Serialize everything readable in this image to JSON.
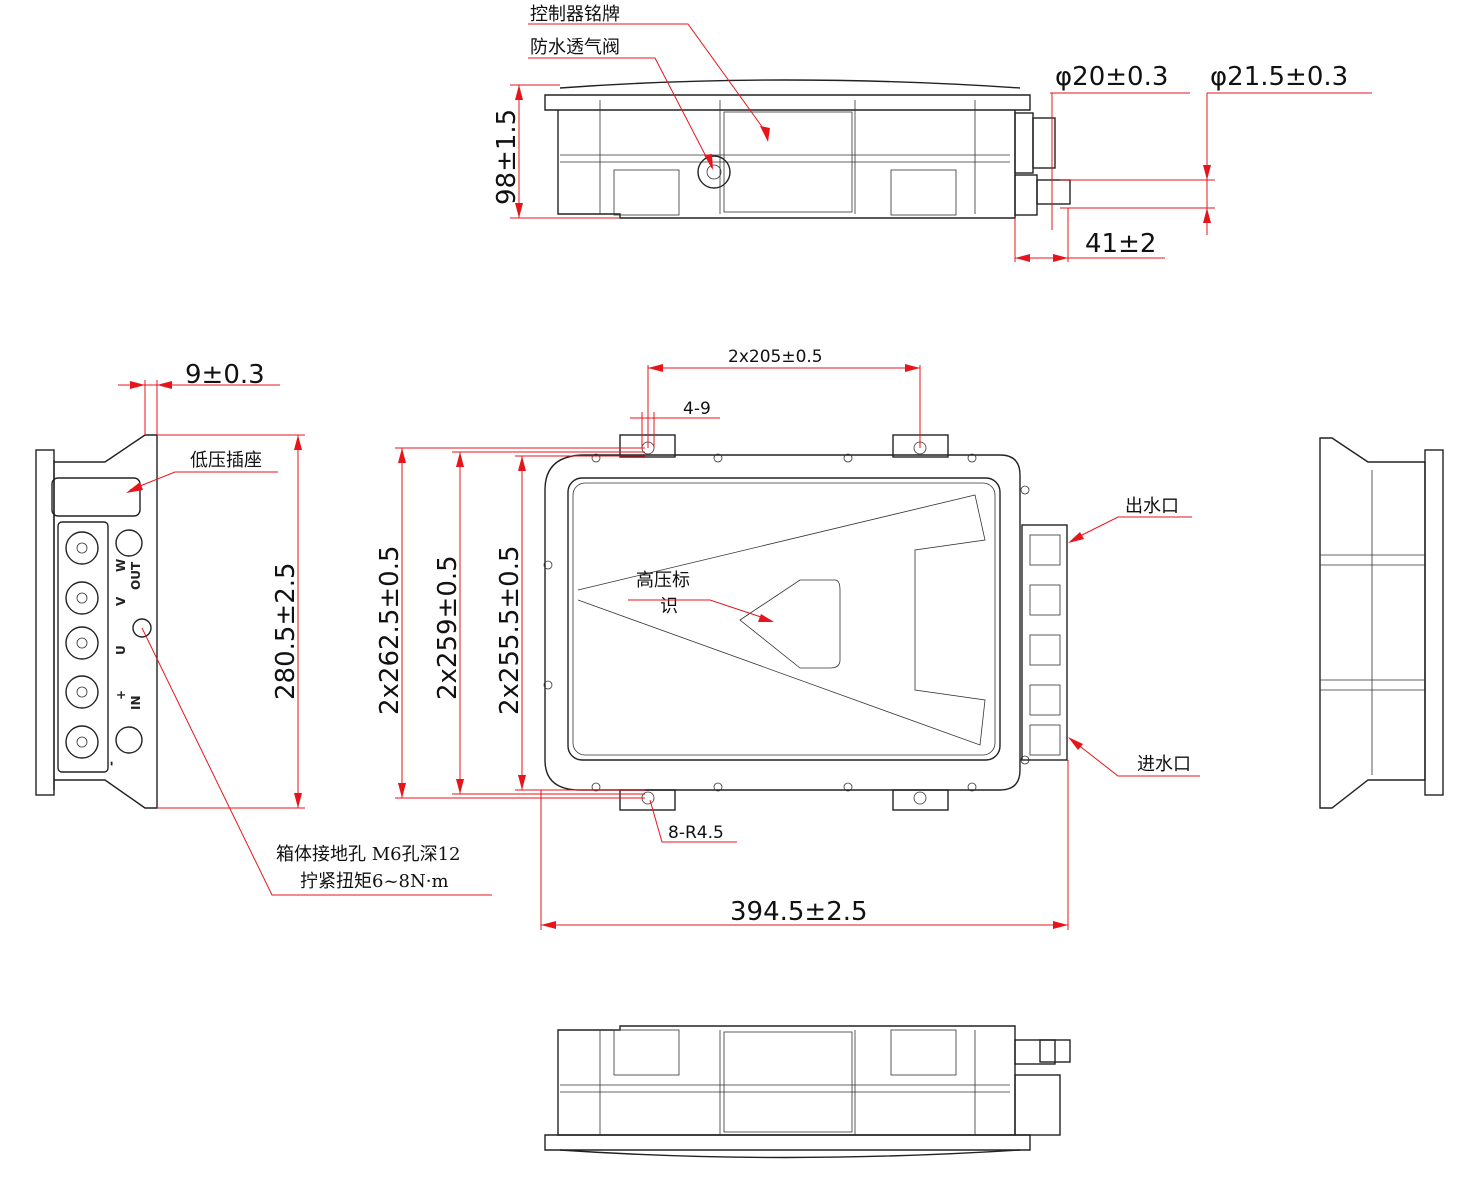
{
  "top_view": {
    "nameplate_label": "控制器铭牌",
    "vent_valve_label": "防水透气阀",
    "height_dim": "98±1.5",
    "pipe_dia_inner": "φ20±0.3",
    "pipe_dia_outer": "φ21.5±0.3",
    "pipe_length_dim": "41±2"
  },
  "left_view": {
    "offset_dim": "9±0.3",
    "lv_connector_label": "低压插座",
    "height_dim": "280.5±2.5",
    "terminal_labels": [
      "W",
      "OUT",
      "V",
      "U",
      "+",
      "IN",
      "-"
    ],
    "ground_note_line1": "箱体接地孔 M6孔深12",
    "ground_note_line2": "拧紧扭矩6~8N·m"
  },
  "front_view": {
    "dim_262": "2x262.5±0.5",
    "dim_259": "2x259±0.5",
    "dim_255": "2x255.5±0.5",
    "dim_205": "2x205±0.5",
    "hole_dim": "4-9",
    "radius_dim": "8-R4.5",
    "width_dim": "394.5±2.5",
    "hv_mark_line1": "高压标",
    "hv_mark_line2": "识",
    "water_outlet_label": "出水口",
    "water_inlet_label": "进水口"
  },
  "colors": {
    "dimension": "#e8141b",
    "outline": "#222222"
  }
}
